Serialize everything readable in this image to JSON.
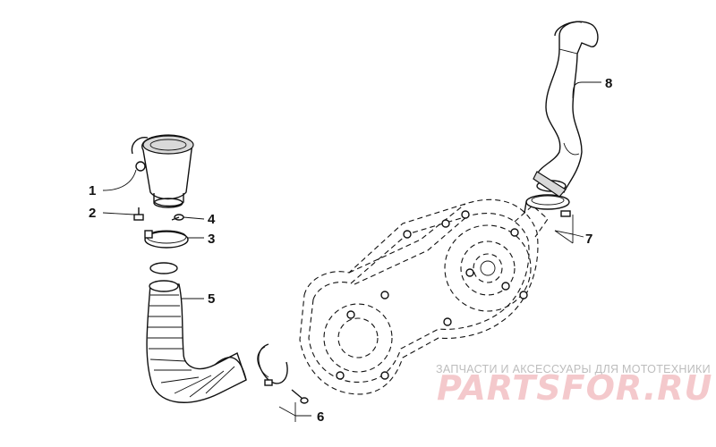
{
  "callouts": [
    {
      "id": "1",
      "label": "1"
    },
    {
      "id": "2",
      "label": "2"
    },
    {
      "id": "3",
      "label": "3"
    },
    {
      "id": "4",
      "label": "4"
    },
    {
      "id": "5",
      "label": "5"
    },
    {
      "id": "6",
      "label": "6"
    },
    {
      "id": "7",
      "label": "7"
    },
    {
      "id": "8",
      "label": "8"
    }
  ],
  "watermark": {
    "tagline": "ЗАПЧАСТИ И АКСЕССУАРЫ ДЛЯ МОТОТЕХНИКИ",
    "logo": "PARTSFOR.RU"
  },
  "colors": {
    "line": "#111111",
    "background": "#ffffff",
    "watermark_text": "#bdbdbd",
    "watermark_logo": "#f4c9cc"
  }
}
